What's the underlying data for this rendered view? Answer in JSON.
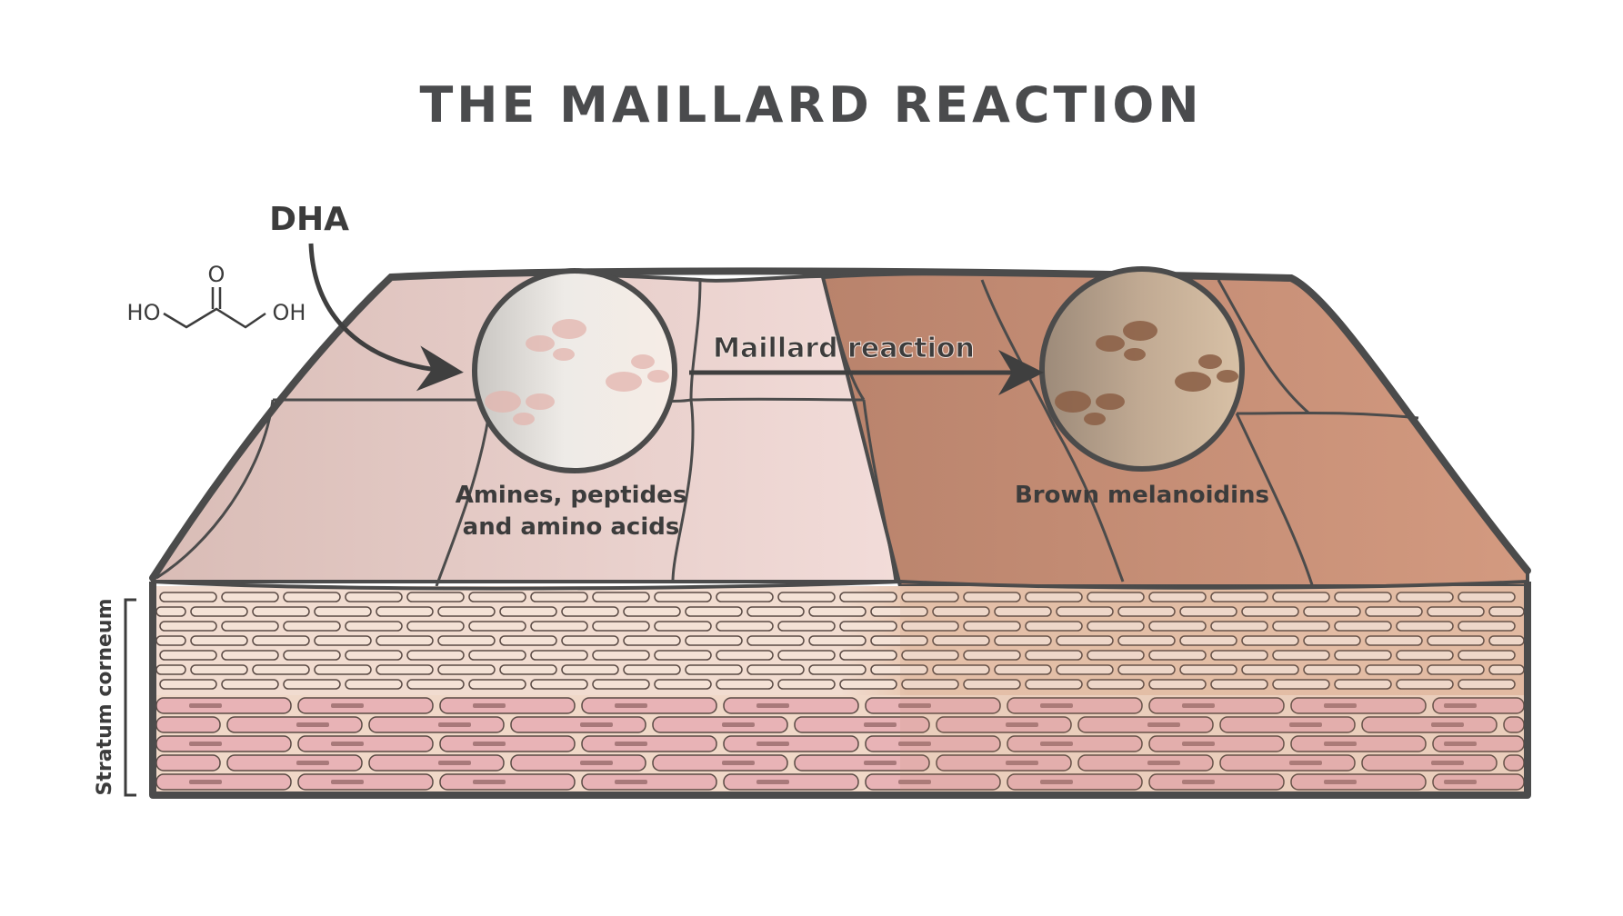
{
  "title": "THE MAILLARD REACTION",
  "molecule": {
    "name": "DHA",
    "oxygen": "O",
    "left_group": "HO",
    "right_group": "OH"
  },
  "reaction_label": "Maillard reaction",
  "reactant_label_line1": "Amines, peptides",
  "reactant_label_line2": "and amino acids",
  "product_label": "Brown melanoidins",
  "layer_label": "Stratum corneum",
  "colors": {
    "title": "#4a4b4d",
    "outline": "#4b4b4b",
    "untanned_skin": "#ecd2cd",
    "tanned_skin": "#c99076",
    "reactant_spot": "#e3b4ae",
    "product_spot": "#8d6248",
    "layer_cell": "#ead0bf",
    "lower_cell": "#e9b6b8"
  }
}
